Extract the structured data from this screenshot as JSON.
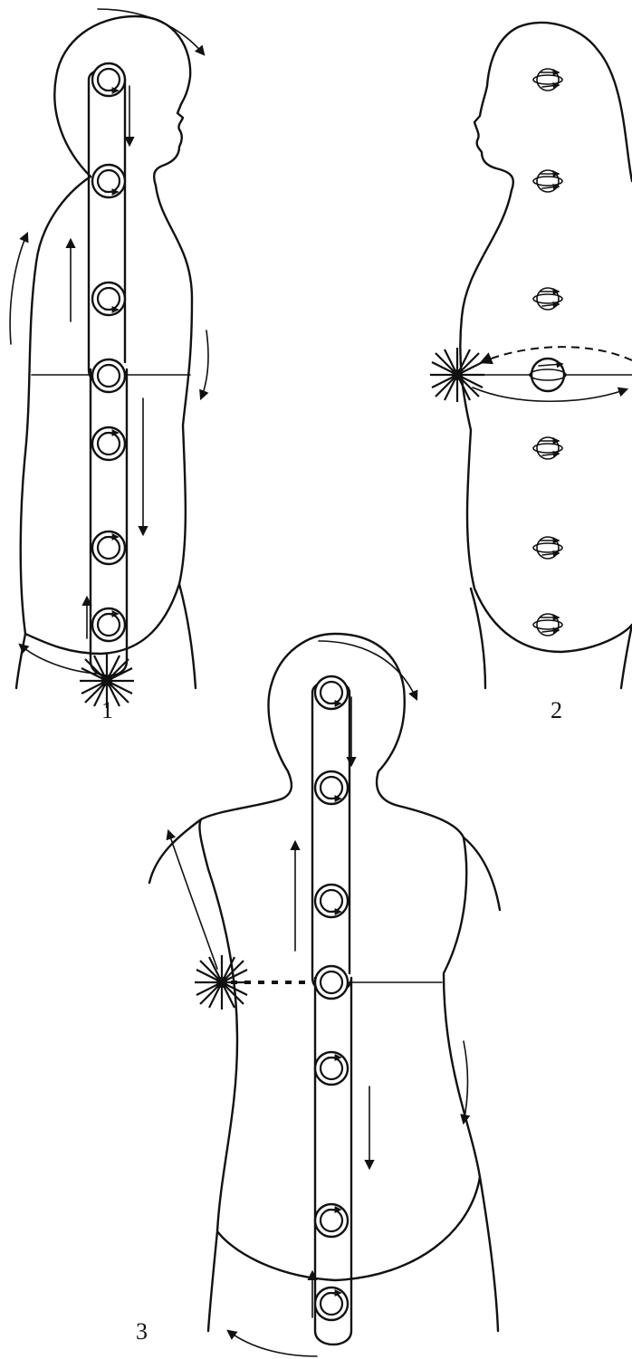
{
  "figures": [
    {
      "id": "figure-1",
      "label": "1"
    },
    {
      "id": "figure-2",
      "label": "2"
    },
    {
      "id": "figure-3",
      "label": "3"
    }
  ],
  "icons": [
    "chakra-icon",
    "impact-burst-icon",
    "flow-arrow-icon"
  ]
}
